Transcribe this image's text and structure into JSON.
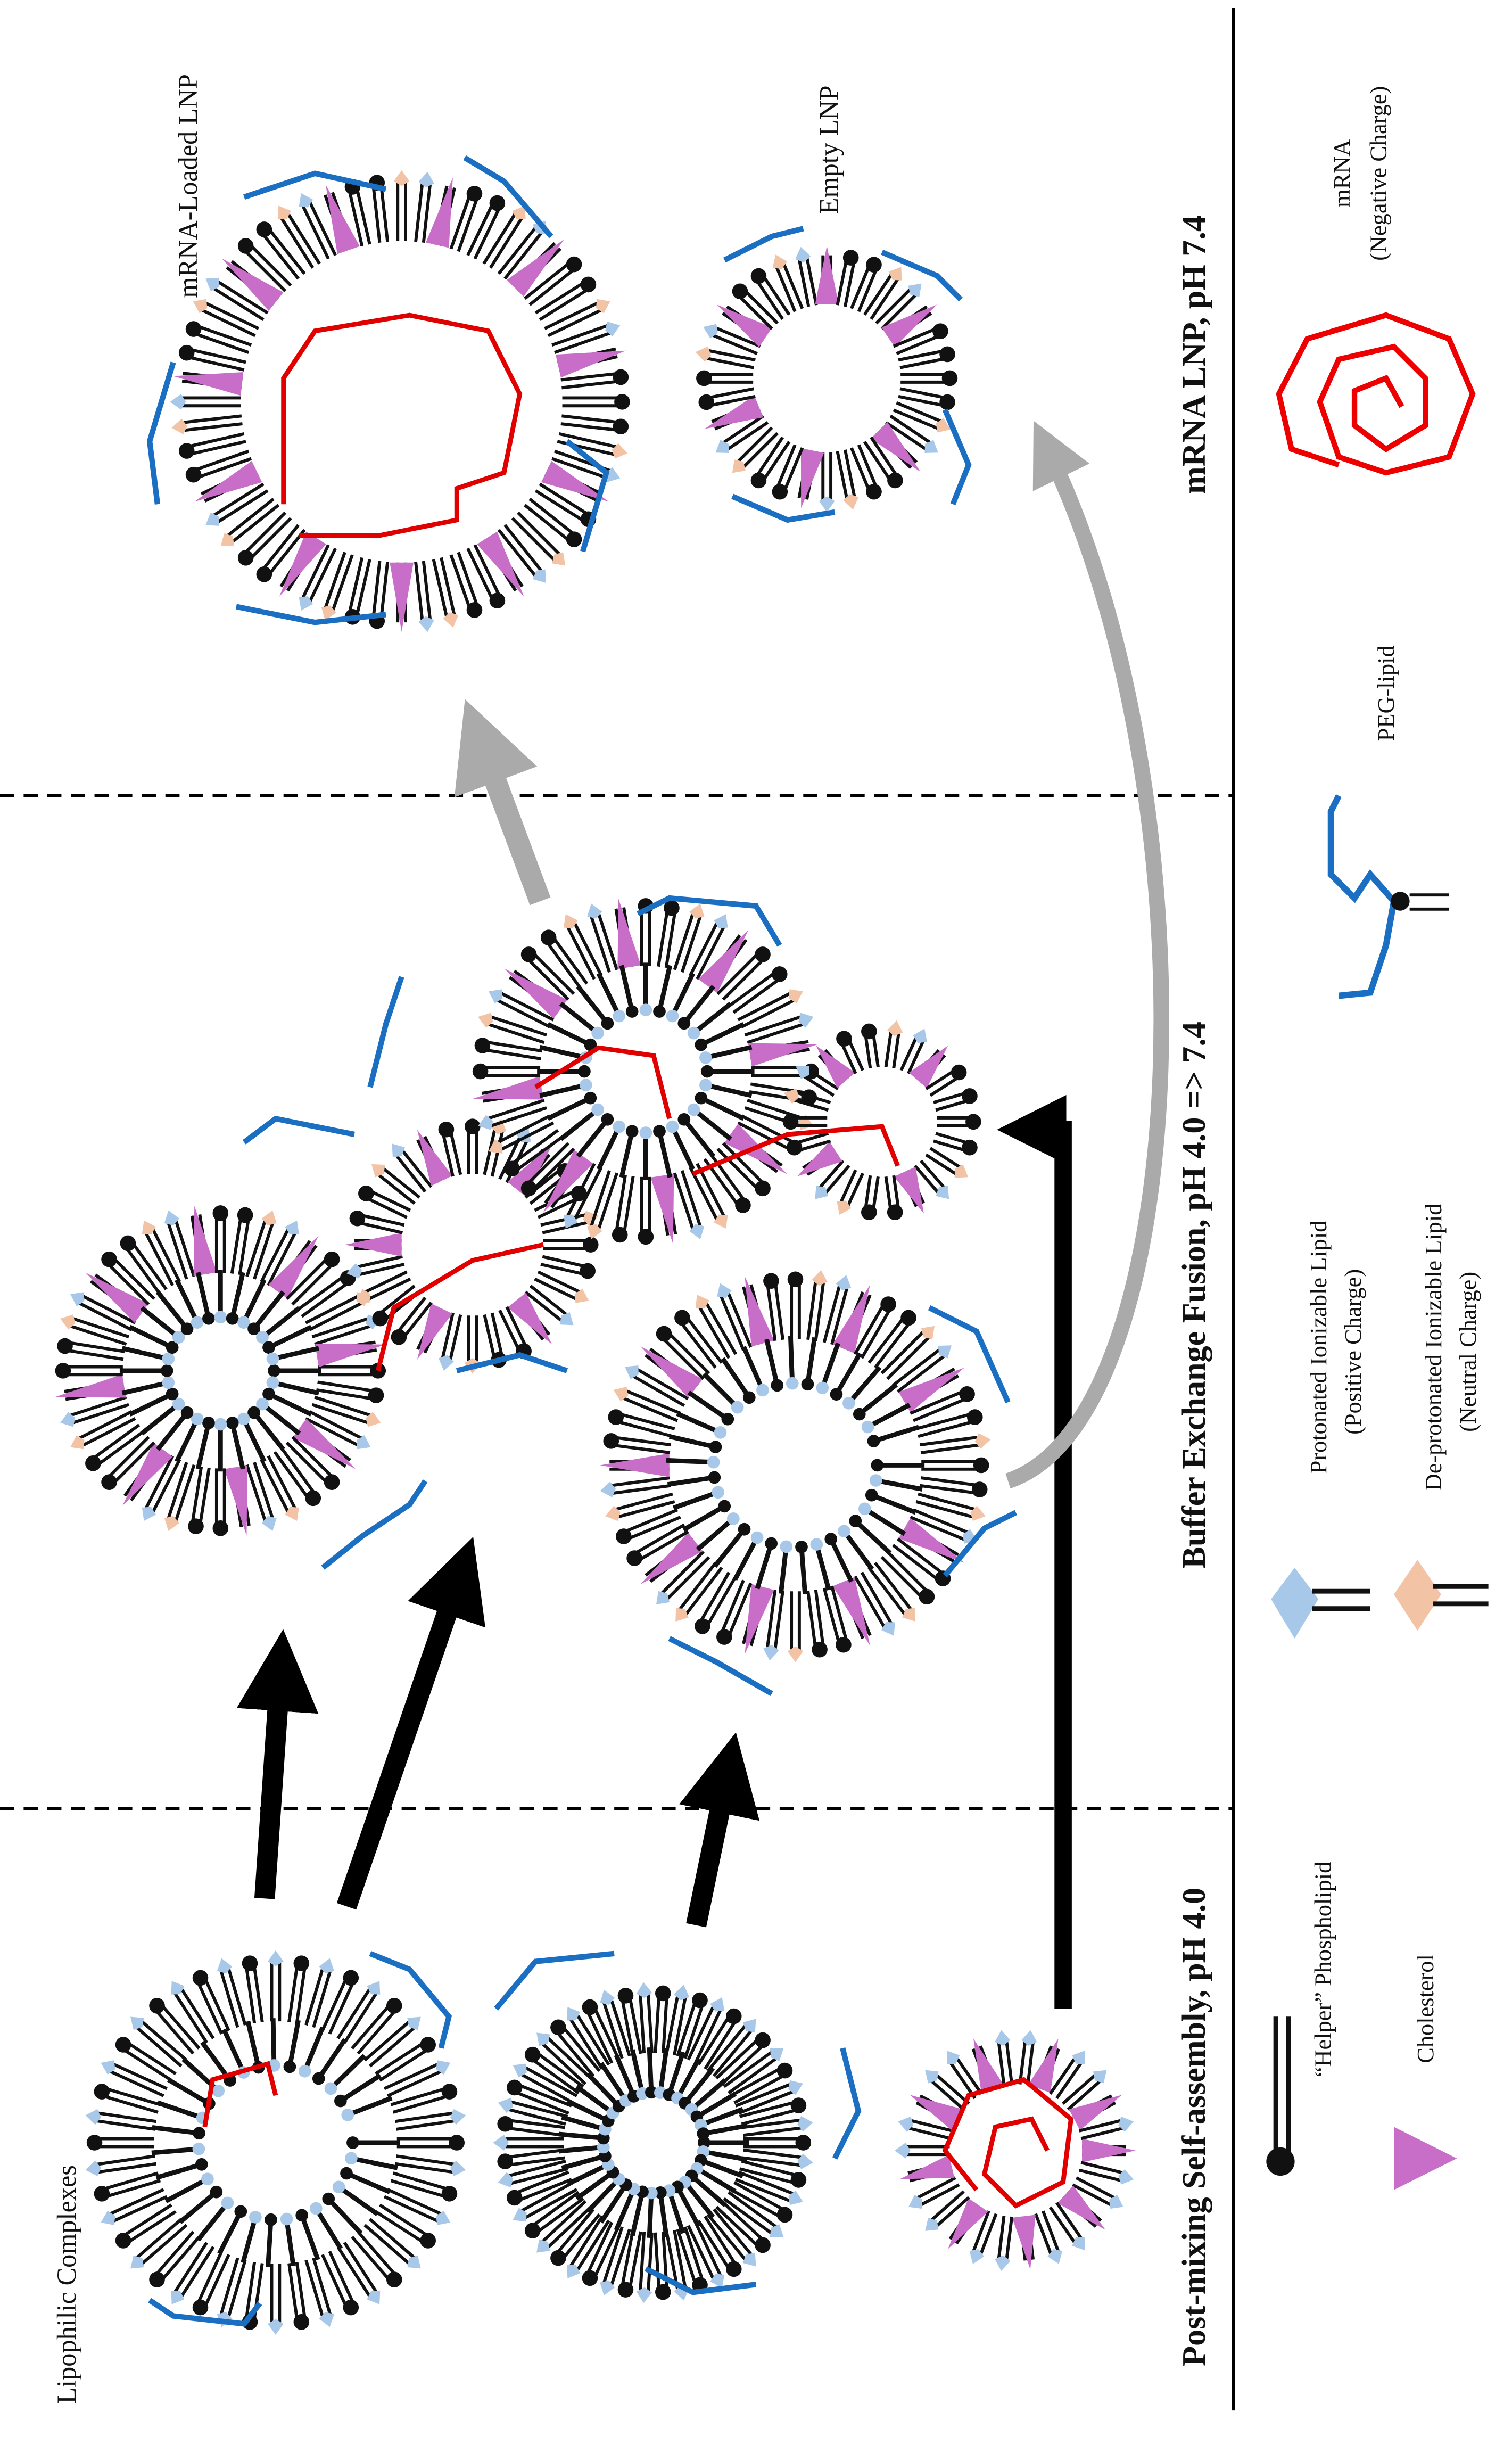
{
  "panels": {
    "left_title": "Post-mixing Self-assembly, pH 4.0",
    "middle_title": "Buffer Exchange Fusion, pH 4.0 => 7.4",
    "right_title": "mRNA LNP, pH 7.4"
  },
  "labels": {
    "lipophilic": "Lipophilic Complexes",
    "loaded": "mRNA-Loaded LNP",
    "empty": "Empty LNP"
  },
  "legend": {
    "helper": "“Helper” Phospholipid",
    "cholesterol": "Cholesterol",
    "protonated_1": "Protonated Ionizable Lipid",
    "protonated_2": "(Positive Charge)",
    "deprotonated_1": "De-protonated Ionizable Lipid",
    "deprotonated_2": "(Neutral Charge)",
    "peg": "PEG-lipid",
    "mrna_1": "mRNA",
    "mrna_2": "(Negative Charge)"
  },
  "colors": {
    "helper_head": "#111111",
    "protonated": "#a8c8ea",
    "deprotonated": "#f3c3a6",
    "cholesterol": "#c86dc8",
    "peg": "#1a6fc2",
    "mrna": "#e00000",
    "arrow_black": "#000000",
    "arrow_gray": "#aaaaaa"
  }
}
